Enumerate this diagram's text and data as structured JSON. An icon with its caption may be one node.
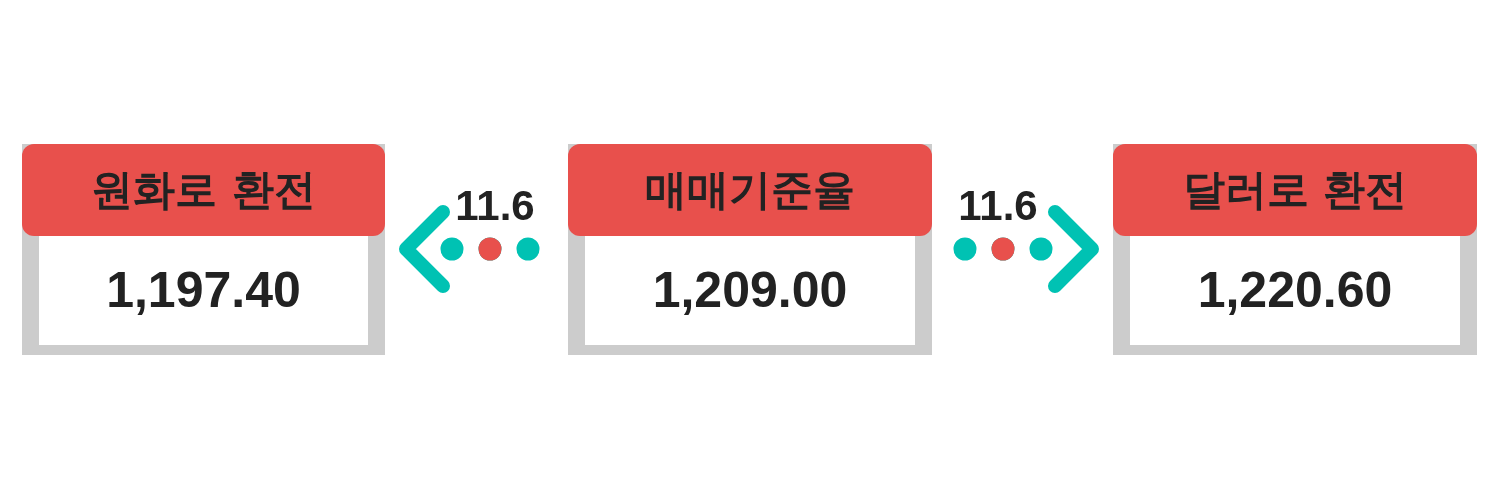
{
  "diagram": {
    "nodes": [
      {
        "text": [
          "원화로 환전",
          "1,197.40"
        ]
      },
      {
        "text": [
          "매매기준율",
          "1,209.00"
        ]
      },
      {
        "text": [
          "달러로 환전",
          "1,220.60"
        ]
      }
    ],
    "edges": [
      {
        "from": 1,
        "to": 0,
        "arrow": "to",
        "label": "11.6",
        "style": "dashed"
      },
      {
        "from": 1,
        "to": 2,
        "arrow": "to",
        "label": "11.6",
        "style": "dashed"
      }
    ]
  }
}
